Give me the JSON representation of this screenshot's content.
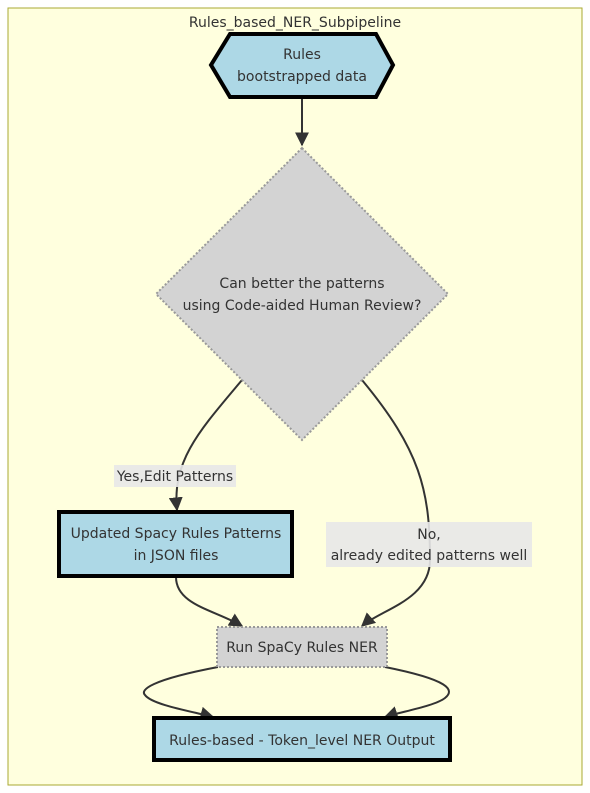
{
  "subgraph": {
    "title": "Rules_based_NER_Subpipeline"
  },
  "nodes": {
    "start": {
      "line1": "Rules",
      "line2": "bootstrapped data"
    },
    "decision": {
      "line1": "Can better the patterns",
      "line2": "using Code-aided Human Review?"
    },
    "updated": {
      "line1": "Updated Spacy Rules Patterns",
      "line2": "in JSON files"
    },
    "run": {
      "label": "Run SpaCy Rules NER"
    },
    "output": {
      "label": "Rules-based - Token_level NER Output"
    }
  },
  "edges": {
    "yes_label": "Yes,Edit Patterns",
    "no_label_line1": "No,",
    "no_label_line2": "already edited patterns well"
  },
  "colors": {
    "subgraph_fill": "#ffffde",
    "subgraph_stroke": "#aaaa33",
    "blue_node_fill": "#add8e6",
    "gray_node_fill": "#d3d3d3",
    "gray_node_stroke": "#999999",
    "edge": "#333333"
  }
}
